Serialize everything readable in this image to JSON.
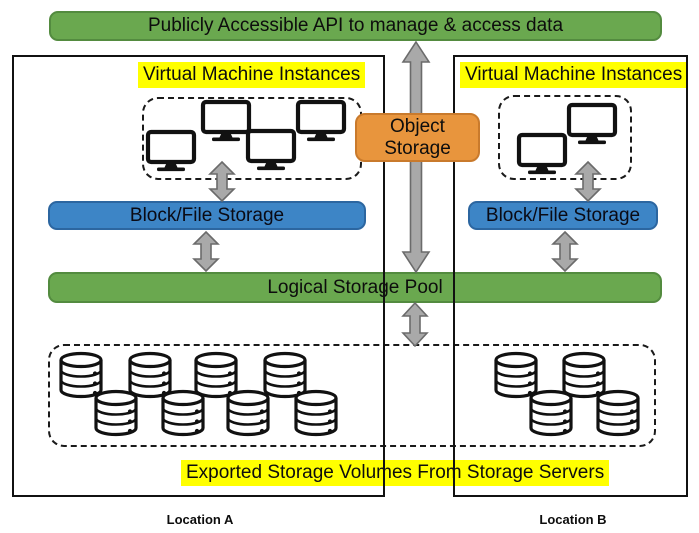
{
  "diagram": {
    "api_banner": "Publicly Accessible API to manage & access data",
    "object_storage": {
      "line1": "Object",
      "line2": "Storage"
    },
    "logical_storage_pool": "Logical Storage Pool",
    "exported_volumes": "Exported Storage Volumes From Storage Servers",
    "location_a": {
      "name": "Location A",
      "vm_instances_label": "Virtual Machine Instances",
      "block_file_storage": "Block/File Storage",
      "vm_count": 4,
      "storage_server_count": 8
    },
    "location_b": {
      "name": "Location B",
      "vm_instances_label": "Virtual Machine Instances",
      "block_file_storage": "Block/File Storage",
      "vm_count": 2,
      "storage_server_count": 4
    },
    "colors": {
      "green": "#6aa84f",
      "blue": "#3d85c6",
      "orange": "#e8953d",
      "highlight_yellow": "#ffff00",
      "arrow_gray": "#a9a9a9"
    }
  }
}
